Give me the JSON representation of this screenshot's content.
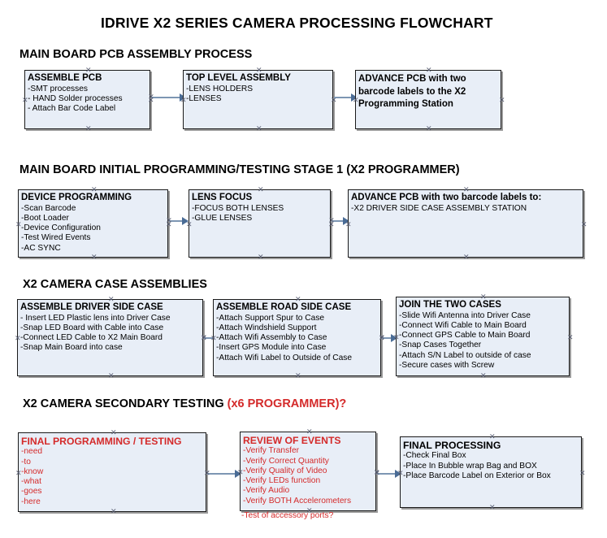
{
  "title": "IDRIVE X2  SERIES CAMERA PROCESSING FLOWCHART",
  "colors": {
    "box_fill": "#e8eef7",
    "box_border": "#1a1a1a",
    "connector": "#7d96b3",
    "accent_red": "#d42a2a",
    "text": "#000000"
  },
  "sections": [
    {
      "heading": "MAIN BOARD PCB ASSEMBLY PROCESS",
      "heading_accent": "",
      "boxes": [
        {
          "title": "ASSEMBLE PCB",
          "lines": [
            "-SMT processes",
            "- HAND Solder processes",
            "- Attach Bar Code Label"
          ]
        },
        {
          "title": "TOP LEVEL ASSEMBLY",
          "lines": [
            "-LENS HOLDERS",
            "-LENSES"
          ]
        },
        {
          "title": "ADVANCE PCB with two barcode labels to the  X2 Programming Station",
          "lines": []
        }
      ]
    },
    {
      "heading": "MAIN BOARD INITIAL PROGRAMMING/TESTING STAGE 1 (X2 PROGRAMMER)",
      "heading_accent": "",
      "boxes": [
        {
          "title": "DEVICE PROGRAMMING",
          "lines": [
            "-Scan Barcode",
            "-Boot Loader",
            "-Device Configuration",
            "-Test Wired Events",
            "-AC SYNC"
          ]
        },
        {
          "title": "LENS FOCUS",
          "lines": [
            "-FOCUS BOTH LENSES",
            "-GLUE LENSES"
          ]
        },
        {
          "title": "ADVANCE PCB with two barcode labels to:",
          "lines": [
            "-X2 DRIVER  SIDE  CASE  ASSEMBLY STATION"
          ]
        }
      ]
    },
    {
      "heading": "X2 CAMERA CASE ASSEMBLIES",
      "heading_accent": "",
      "boxes": [
        {
          "title": "ASSEMBLE DRIVER SIDE CASE",
          "lines": [
            "- Insert LED Plastic lens into Driver Case",
            "-Snap LED Board with Cable into Case",
            "-Connect LED Cable to X2 Main Board",
            "-Snap Main Board into case"
          ]
        },
        {
          "title": "ASSEMBLE ROAD SIDE CASE",
          "lines": [
            "-Attach Support Spur to Case",
            "-Attach Windshield Support",
            "-Attach Wifi Assembly to Case",
            "-Insert GPS Module into Case",
            "-Attach Wifi Label to Outside of Case"
          ]
        },
        {
          "title": "JOIN THE TWO CASES",
          "lines": [
            "-Slide Wifi Antenna into Driver Case",
            "-Connect Wifi Cable to Main Board",
            "-Connect GPS Cable to Main Board",
            "-Snap Cases Together",
            "-Attach S/N Label to outside of case",
            "-Secure cases with Screw"
          ]
        }
      ]
    },
    {
      "heading": "X2 CAMERA SECONDARY TESTING ",
      "heading_accent": "(x6 PROGRAMMER)?",
      "boxes": [
        {
          "title": "FINAL PROGRAMMING / TESTING",
          "lines": [
            "-need",
            "-to",
            "-know",
            "-what",
            "-goes",
            "-here"
          ]
        },
        {
          "title": "REVIEW OF EVENTS",
          "lines": [
            "-Verify Transfer",
            "-Verify Correct Quantity",
            "-Verify Quality of Video",
            "-Verify LEDs function",
            "-Verify Audio",
            "-Verify BOTH Accelerometers"
          ],
          "overflow_line": "-Test of accessory ports?"
        },
        {
          "title": "FINAL PROCESSING",
          "lines": [
            " -Check Final Box",
            "-Place In Bubble wrap Bag and BOX",
            "-Place Barcode Label on Exterior or Box"
          ]
        }
      ]
    }
  ]
}
